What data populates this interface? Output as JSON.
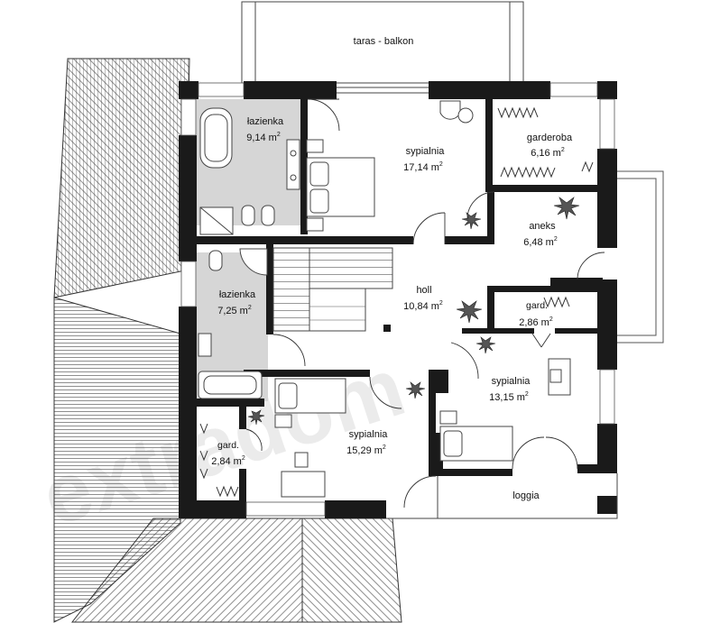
{
  "plan": {
    "terrace_label": "taras - balkon",
    "loggia_label": "loggia",
    "watermark": "extradom",
    "rooms": [
      {
        "key": "bath1",
        "name": "łazienka",
        "area": "9,14 m",
        "sup": "2"
      },
      {
        "key": "bed1",
        "name": "sypialnia",
        "area": "17,14 m",
        "sup": "2"
      },
      {
        "key": "wardrobe1",
        "name": "garderoba",
        "area": "6,16 m",
        "sup": "2"
      },
      {
        "key": "annex",
        "name": "aneks",
        "area": "6,48 m",
        "sup": "2"
      },
      {
        "key": "hall",
        "name": "holl",
        "area": "10,84 m",
        "sup": "2"
      },
      {
        "key": "wardrobe2",
        "name": "gard.",
        "area": "2,86 m",
        "sup": "2"
      },
      {
        "key": "bath2",
        "name": "łazienka",
        "area": "7,25 m",
        "sup": "2"
      },
      {
        "key": "bed2",
        "name": "sypialnia",
        "area": "13,15 m",
        "sup": "2"
      },
      {
        "key": "bed3",
        "name": "sypialnia",
        "area": "15,29 m",
        "sup": "2"
      },
      {
        "key": "wardrobe3",
        "name": "gard.",
        "area": "2,84 m",
        "sup": "2"
      }
    ]
  },
  "colors": {
    "wall": "#1a1a1a",
    "bath_floor": "#d6d6d6",
    "roof_line": "#333333",
    "background": "#ffffff"
  }
}
